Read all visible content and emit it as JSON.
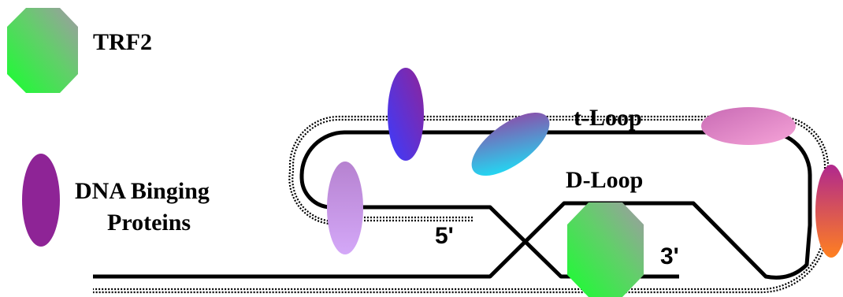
{
  "legend": {
    "trf2_label": "TRF2",
    "dna_binding_label_line1": "DNA Binging",
    "dna_binding_label_line2": "Proteins"
  },
  "labels": {
    "t_loop": "t-Loop",
    "d_loop": "D-Loop",
    "five_prime": "5'",
    "three_prime": "3'"
  },
  "colors": {
    "trf2_gradient": [
      "#22ff44",
      "#9aa39a"
    ],
    "dna_protein_purple": "#8e2496",
    "strand": "#000000"
  }
}
